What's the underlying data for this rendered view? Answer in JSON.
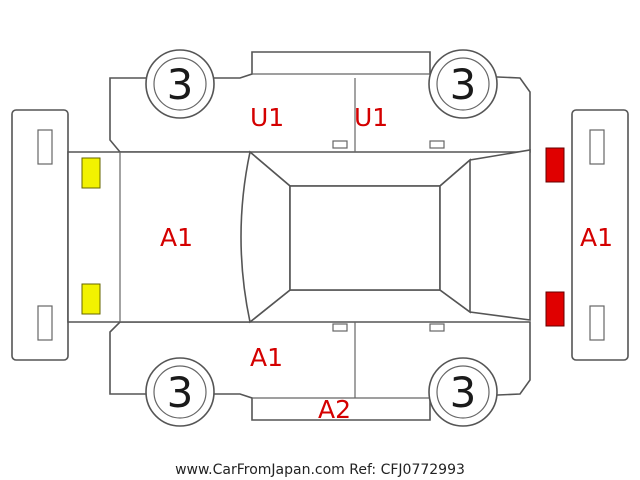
{
  "colors": {
    "damage_label": "#d40000",
    "front_lights": "#f2f200",
    "rear_lights": "#e00000",
    "outline": "#555555"
  },
  "wheels": {
    "front_left": "3",
    "rear_left": "3",
    "front_right": "3",
    "rear_right": "3"
  },
  "labels": {
    "hood": "A1",
    "rear_bumper": "A1",
    "front_door_top": "U1",
    "rear_door_top": "U1",
    "front_door_bottom": "A1",
    "rocker_bottom": "A2"
  },
  "footer": {
    "text": "www.CarFromJapan.com Ref: CFJ0772993"
  }
}
